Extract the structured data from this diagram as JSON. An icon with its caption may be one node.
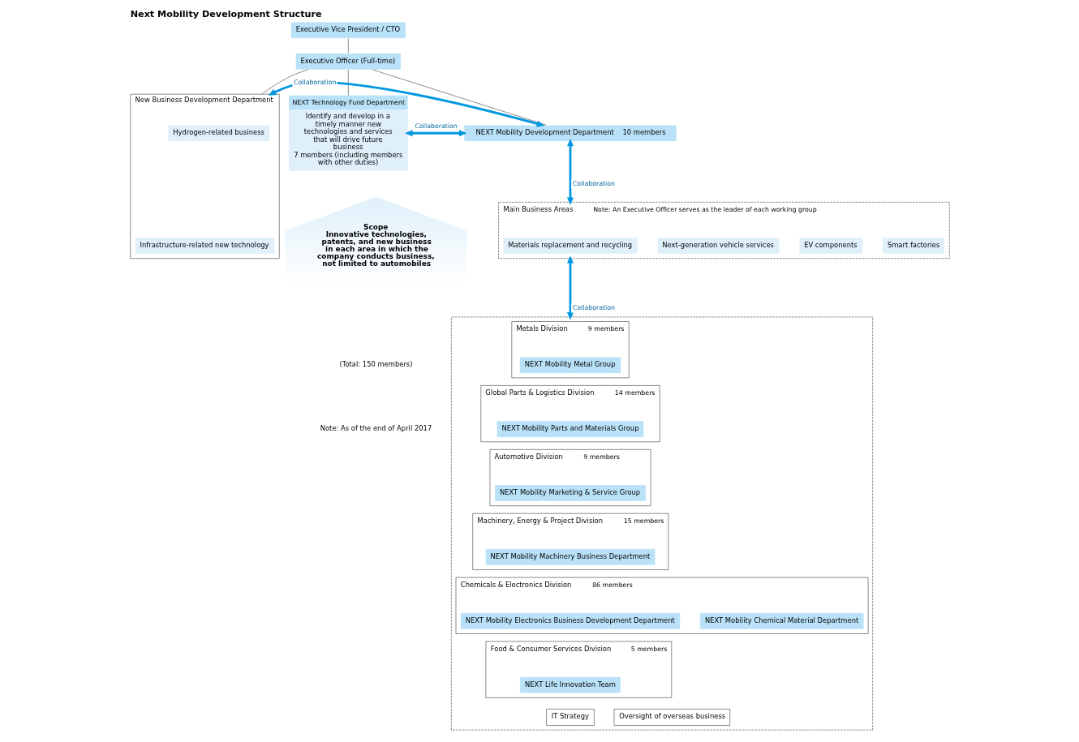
{
  "diagram": {
    "title": "Next Mobility Development Structure",
    "nodes": [
      {
        "text": [
          "Executive Vice President / CTO"
        ]
      },
      {
        "text": [
          "Executive Officer (Full-time)"
        ]
      },
      {
        "text": [
          "NEXT Technology Fund Department",
          "Identify and develop in a timely manner new technologies and services that will drive future business",
          "7 members (including members with other duties)"
        ]
      },
      {
        "text": [
          "NEXT Mobility Development Department",
          "10 members"
        ]
      },
      {
        "text": [
          "New Business Development Department"
        ]
      },
      {
        "text": [
          "Hydrogen-related business"
        ],
        "in": 4
      },
      {
        "text": [
          "Infrastructure-related new technology"
        ],
        "in": 4
      },
      {
        "text": [
          "Main Business Areas",
          "Note: An Executive Officer serves as the leader of each working group"
        ]
      },
      {
        "text": [
          "Materials replacement and recycling"
        ],
        "in": 7
      },
      {
        "text": [
          "Next-generation vehicle services"
        ],
        "in": 7
      },
      {
        "text": [
          "EV components"
        ],
        "in": 7
      },
      {
        "text": [
          "Smart factories"
        ],
        "in": 7
      },
      {
        "text": [],
        "shape": "box"
      },
      {
        "text": [
          "Metals Division",
          "9 members"
        ],
        "in": 12
      },
      {
        "text": [
          "NEXT Mobility Metal Group"
        ],
        "in": 13
      },
      {
        "text": [
          "Global Parts & Logistics Division",
          "14 members"
        ],
        "in": 12
      },
      {
        "text": [
          "NEXT Mobility Parts and Materials Group"
        ],
        "in": 15
      },
      {
        "text": [
          "Automotive Division",
          "9 members"
        ],
        "in": 12
      },
      {
        "text": [
          "NEXT Mobility Marketing & Service Group"
        ],
        "in": 17
      },
      {
        "text": [
          "Machinery, Energy & Project Division",
          "15 members"
        ],
        "in": 12
      },
      {
        "text": [
          "NEXT Mobility Machinery Business Department"
        ],
        "in": 19
      },
      {
        "text": [
          "Chemicals & Electronics Division",
          "86 members"
        ],
        "in": 12
      },
      {
        "text": [
          "NEXT Mobility Electronics Business Development Department"
        ],
        "in": 21
      },
      {
        "text": [
          "NEXT Mobility Chemical Material Department"
        ],
        "in": 21
      },
      {
        "text": [
          "Food & Consumer Services Division",
          "5 members"
        ],
        "in": 12
      },
      {
        "text": [
          "NEXT Life Innovation Team"
        ],
        "in": 24
      },
      {
        "text": [
          "IT Strategy"
        ],
        "in": 12
      },
      {
        "text": [
          "Oversight of overseas business"
        ],
        "in": 12
      },
      {
        "text": [
          "Scope",
          "Innovative technologies, patents, and new business in each area in which the company conducts business, not limited to automobiles"
        ]
      }
    ],
    "edges": [
      {
        "from": 0,
        "to": 1,
        "arrow": "none"
      },
      {
        "from": 1,
        "to": 2,
        "arrow": "none"
      },
      {
        "from": 1,
        "to": 3,
        "arrow": "none"
      },
      {
        "from": 1,
        "to": 4,
        "arrow": "none"
      },
      {
        "from": 2,
        "to": 3,
        "arrow": "both",
        "label": "Collaboration",
        "style": "thick",
        "color": "#0097e0"
      },
      {
        "from": 3,
        "to": 4,
        "arrow": "both",
        "label": "Collaboration",
        "style": "thick",
        "color": "#0097e0"
      },
      {
        "from": 3,
        "to": 7,
        "arrow": "both",
        "label": "Collaboration",
        "style": "thick",
        "color": "#0097e0"
      },
      {
        "from": 7,
        "to": 12,
        "arrow": "both",
        "label": "Collaboration",
        "style": "thick",
        "color": "#0097e0"
      }
    ],
    "labels": [
      "(Total: 150 members)",
      "Note: As of the end of April 2017"
    ]
  }
}
